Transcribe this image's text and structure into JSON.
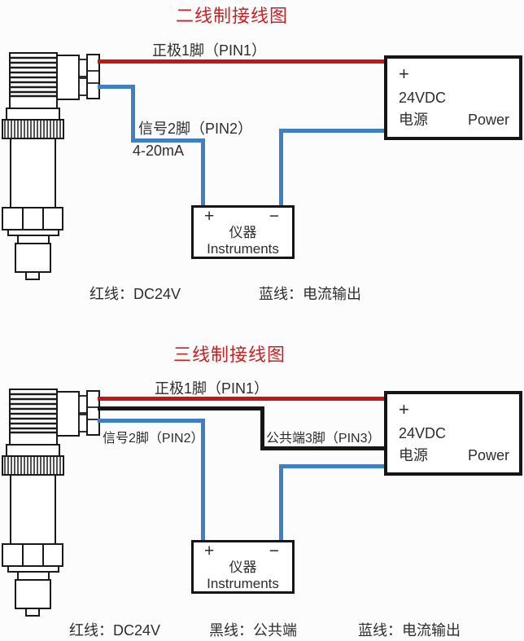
{
  "two_wire": {
    "title": "二线制接线图",
    "labels": {
      "pin1": "正极1脚（PIN1）",
      "pin2": "信号2脚（PIN2）",
      "signal_range": "4-20mA"
    },
    "power": {
      "plus": "+",
      "voltage": "24VDC",
      "name_cn": "电源",
      "name_en": "Power"
    },
    "instrument": {
      "plus": "+",
      "minus": "−",
      "name_cn": "仪器",
      "name_en": "Instruments"
    },
    "legend": [
      "红线：DC24V",
      "蓝线：电流输出"
    ]
  },
  "three_wire": {
    "title": "三线制接线图",
    "labels": {
      "pin1": "正极1脚（PIN1）",
      "pin2": "信号2脚（PIN2）",
      "pin3": "公共端3脚（PIN3）"
    },
    "power": {
      "plus": "+",
      "voltage": "24VDC",
      "name_cn": "电源",
      "name_en": "Power"
    },
    "instrument": {
      "plus": "+",
      "minus": "−",
      "name_cn": "仪器",
      "name_en": "Instruments"
    },
    "legend": [
      "红线：DC24V",
      "黑线：公共端",
      "蓝线：电流输出"
    ]
  },
  "colors": {
    "wire_red": "#c81414",
    "wire_blue": "#3f80c3",
    "wire_black": "#161616",
    "title_red": "#c52323"
  }
}
